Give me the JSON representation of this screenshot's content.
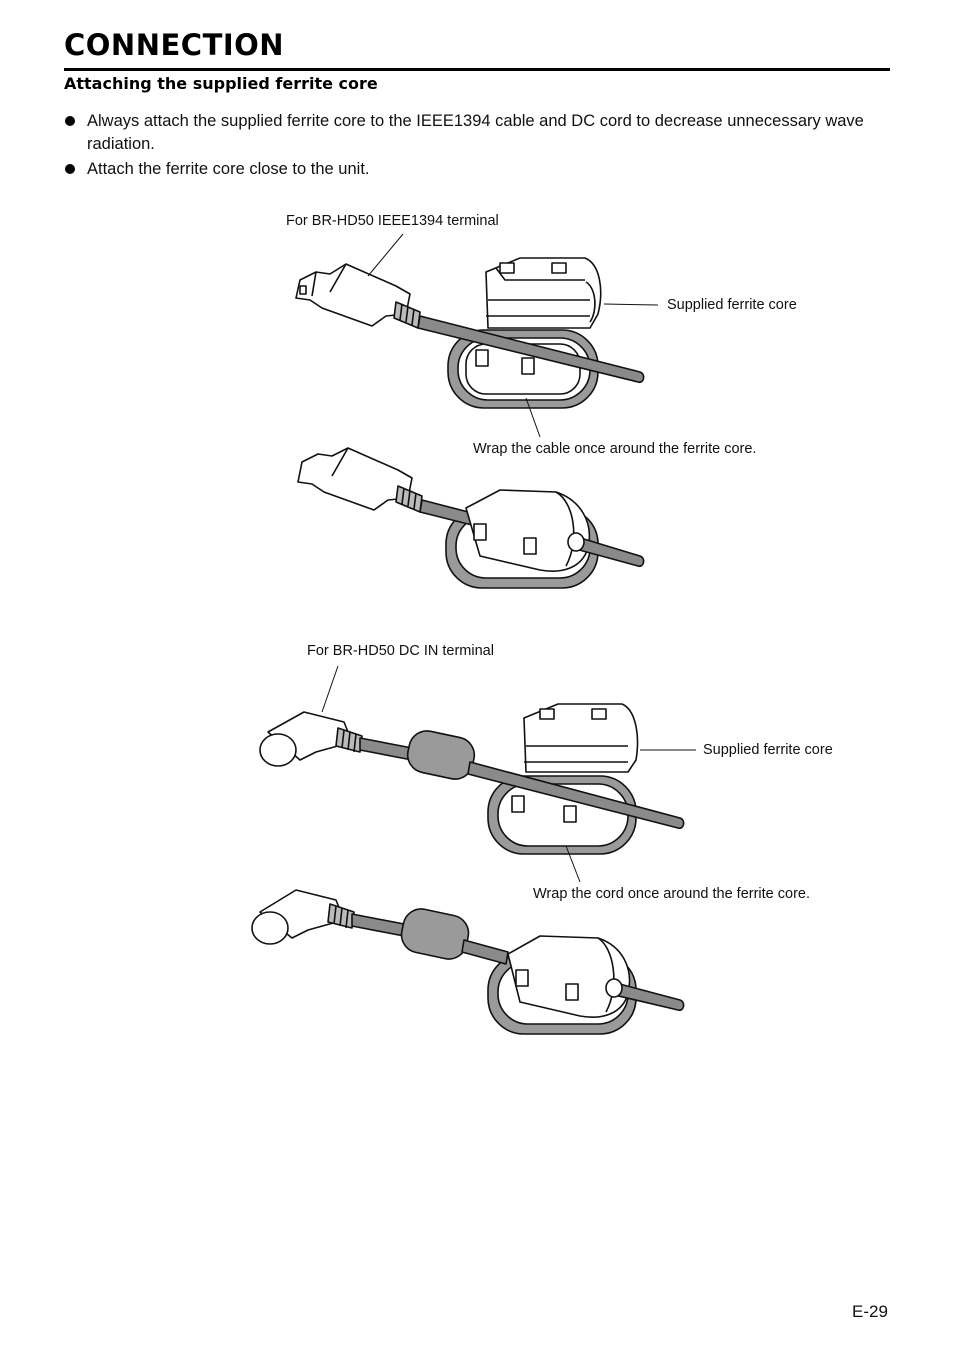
{
  "page": {
    "title": "CONNECTION",
    "section_heading": "Attaching the supplied ferrite core",
    "bullets": [
      "Always attach the supplied ferrite core to the IEEE1394 cable and DC cord to decrease unnecessary wave radiation.",
      "Attach the ferrite core close to the unit."
    ],
    "page_number": "E-29"
  },
  "figure": {
    "ieee1394_label": "For BR-HD50 IEEE1394 terminal",
    "ieee1394_core_label": "Supplied ferrite core",
    "ieee1394_wrap_label": "Wrap the cable once around the ferrite core.",
    "dc_label": "For BR-HD50 DC IN terminal",
    "dc_core_label": "Supplied ferrite core",
    "dc_wrap_label": "Wrap the cord once around the ferrite core."
  },
  "colors": {
    "cable_fill": "#8a8a8a",
    "core_fill": "#ffffff",
    "outline": "#111111"
  }
}
